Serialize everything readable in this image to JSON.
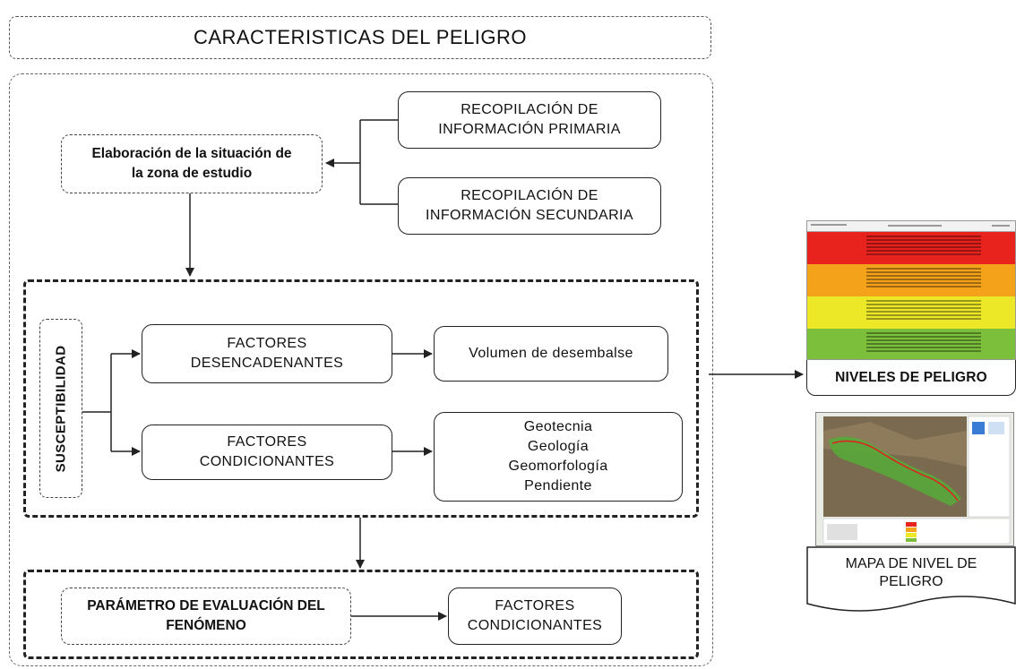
{
  "title": "CARACTERISTICAS DEL PELIGRO",
  "nodes": {
    "elaboracion": "Elaboración de la situación de\nla zona de estudio",
    "primaria": "RECOPILACIÓN DE\nINFORMACIÓN PRIMARIA",
    "secundaria": "RECOPILACIÓN DE\nINFORMACIÓN SECUNDARIA",
    "susceptibilidad": "SUSCEPTIBILIDAD",
    "desencadenantes": "FACTORES\nDESENCADENANTES",
    "volumen": "Volumen de desembalse",
    "condicionantes": "FACTORES\nCONDICIONANTES",
    "geo_list": "Geotecnia\nGeología\nGeomorfología\nPendiente",
    "parametro": "PARÁMETRO DE EVALUACIÓN DEL\nFENÓMENO",
    "condicionantes2": "FACTORES\nCONDICIONANTES"
  },
  "outputs": {
    "niveles_label": "NIVELES DE PELIGRO",
    "mapa_label": "MAPA DE NIVEL DE\nPELIGRO"
  },
  "legend_rows": [
    {
      "color": "#e8231e"
    },
    {
      "color": "#f3a21a"
    },
    {
      "color": "#ece827"
    },
    {
      "color": "#7cbf3b"
    }
  ],
  "colors": {
    "stroke": "#222222",
    "very_high": "#e8231e",
    "high": "#f3a21a",
    "medium": "#ece827",
    "low": "#7cbf3b",
    "map_terrain": "#7a6a4f",
    "map_zone": "#59a83a"
  }
}
